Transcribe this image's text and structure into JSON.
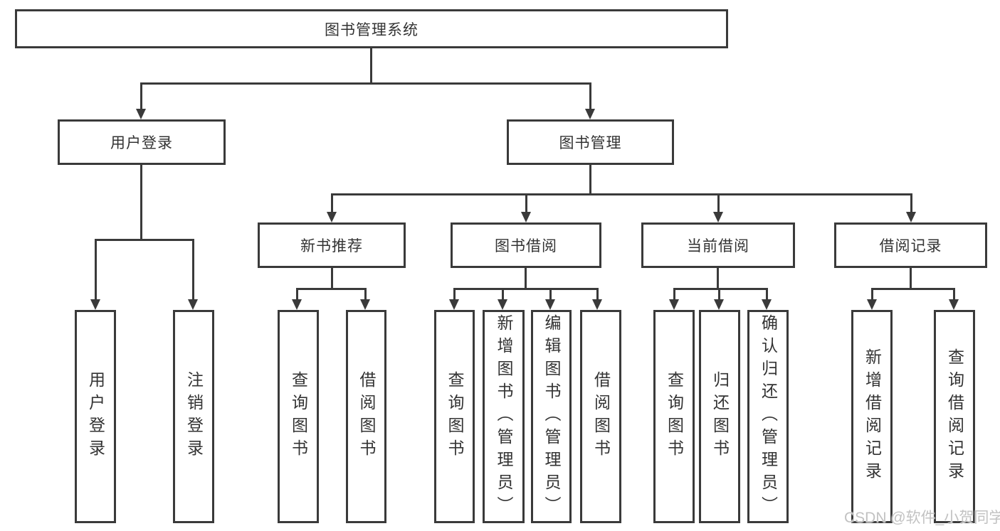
{
  "title": "图书管理系统",
  "tree": {
    "root": {
      "label": "图书管理系统",
      "children": [
        {
          "label": "用户登录",
          "children": [
            {
              "label": "用户登录"
            },
            {
              "label": "注销登录"
            }
          ]
        },
        {
          "label": "图书管理",
          "children": [
            {
              "label": "新书推荐",
              "children": [
                {
                  "label": "查询图书"
                },
                {
                  "label": "借阅图书"
                }
              ]
            },
            {
              "label": "图书借阅",
              "children": [
                {
                  "label": "查询图书"
                },
                {
                  "label": "新增图书（管理员）"
                },
                {
                  "label": "编辑图书（管理员）"
                },
                {
                  "label": "借阅图书"
                }
              ]
            },
            {
              "label": "当前借阅",
              "children": [
                {
                  "label": "查询图书"
                },
                {
                  "label": "归还图书"
                },
                {
                  "label": "确认归还（管理员）"
                }
              ]
            },
            {
              "label": "借阅记录",
              "children": [
                {
                  "label": "新增借阅记录"
                },
                {
                  "label": "查询借阅记录"
                }
              ]
            }
          ]
        }
      ]
    }
  },
  "watermark": {
    "text": "CSDN @软件_小贺同学"
  },
  "colors": {
    "line": "#3a3a3a",
    "text": "#333333",
    "background": "#ffffff",
    "watermark": "#c2c2c2"
  }
}
